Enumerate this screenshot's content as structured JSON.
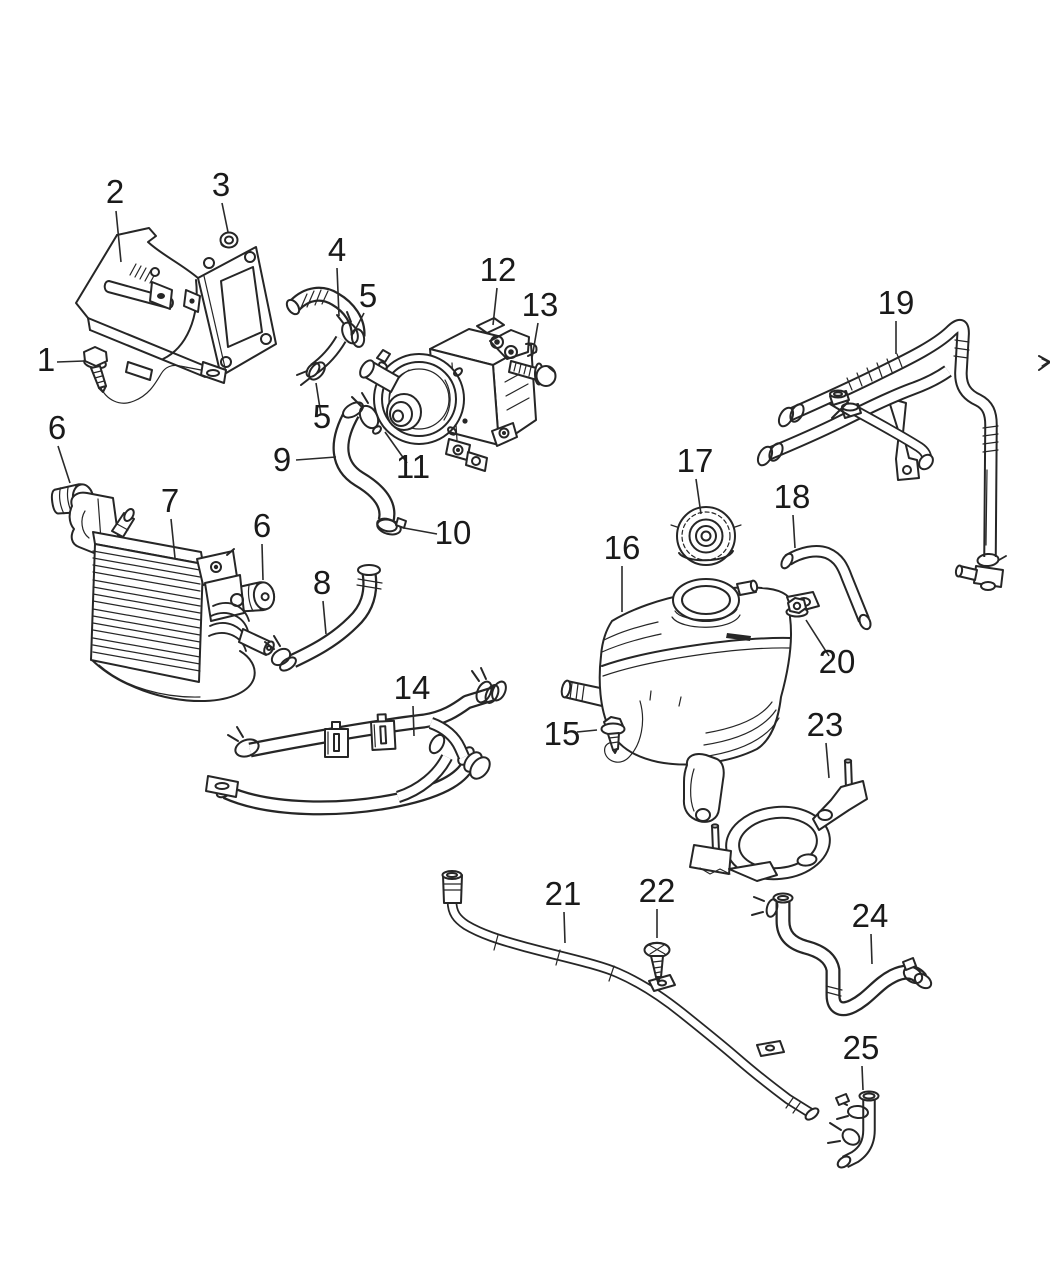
{
  "diagram": {
    "description": "coolant-system-parts-diagram",
    "background_color": "#ffffff",
    "line_color": "#262626",
    "callouts": {
      "n1": "1",
      "n2": "2",
      "n3": "3",
      "n4": "4",
      "n5": "5",
      "n5b": "5",
      "n6": "6",
      "n6b": "6",
      "n7": "7",
      "n8": "8",
      "n9": "9",
      "n10": "10",
      "n11": "11",
      "n12": "12",
      "n13": "13",
      "n14": "14",
      "n15": "15",
      "n16": "16",
      "n17": "17",
      "n18": "18",
      "n19": "19",
      "n20": "20",
      "n21": "21",
      "n22": "22",
      "n23": "23",
      "n24": "24",
      "n25": "25"
    }
  }
}
